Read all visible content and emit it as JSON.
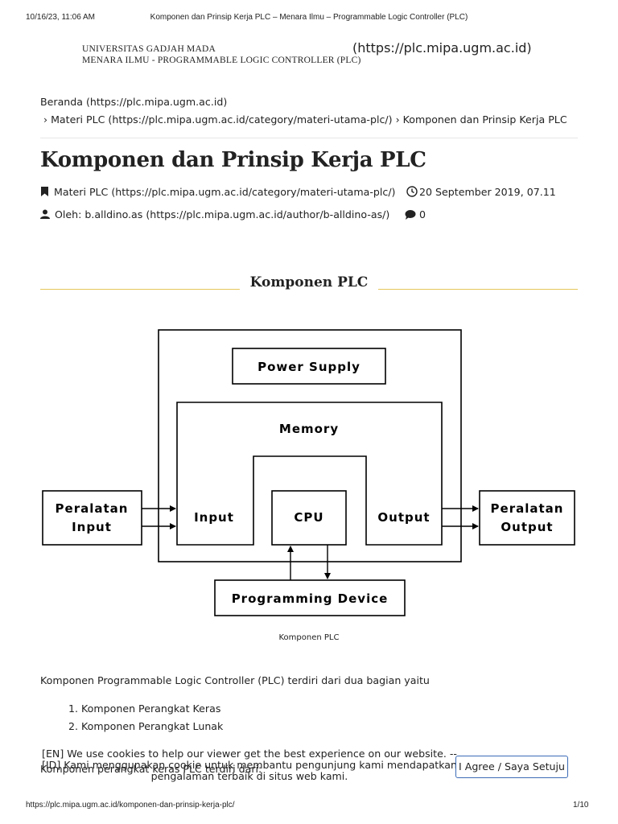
{
  "print_header": {
    "datetime": "10/16/23, 11:06 AM",
    "doc_title": "Komponen dan Prinsip Kerja PLC – Menara Ilmu – Programmable Logic Controller (PLC)"
  },
  "site": {
    "line1": "UNIVERSITAS GADJAH MADA",
    "line2": "MENARA ILMU - PROGRAMMABLE LOGIC CONTROLLER (PLC)",
    "url": "(https://plc.mipa.ugm.ac.id)"
  },
  "breadcrumb": {
    "home": "Beranda (https://plc.mipa.ugm.ac.id)",
    "category": "Materi PLC (https://plc.mipa.ugm.ac.id/category/materi-utama-plc/)",
    "current": "Komponen dan Prinsip Kerja PLC"
  },
  "article": {
    "title": "Komponen dan Prinsip Kerja PLC",
    "category": "Materi PLC (https://plc.mipa.ugm.ac.id/category/materi-utama-plc/)",
    "date": "20 September 2019, 07.11",
    "author": "Oleh: b.alldino.as (https://plc.mipa.ugm.ac.id/author/b-alldino-as/)",
    "comments": "0",
    "section_title": "Komponen PLC",
    "figure_caption": "Komponen PLC",
    "intro": "Komponen Programmable Logic Controller (PLC) terdiri dari dua bagian yaitu",
    "list": [
      "Komponen Perangkat Keras",
      "Komponen Perangkat Lunak"
    ],
    "next_para": "Komponen perangkat keras PLC terdiri dari:"
  },
  "diagram": {
    "power_supply": "Power Supply",
    "memory": "Memory",
    "input": "Input",
    "cpu": "CPU",
    "output": "Output",
    "peralatan_input_1": "Peralatan",
    "peralatan_input_2": "Input",
    "peralatan_output_1": "Peralatan",
    "peralatan_output_2": "Output",
    "programming_device": "Programming Device"
  },
  "cookie": {
    "text_en": "[EN] We use cookies to help our viewer get the best experience on our website. --",
    "text_id": "[ID] Kami menggunakan cookie untuk membantu pengunjung kami mendapatkan pengalaman terbaik di situs web kami.",
    "button": "I Agree / Saya Setuju"
  },
  "print_footer": {
    "url": "https://plc.mipa.ugm.ac.id/komponen-dan-prinsip-kerja-plc/",
    "page": "1/10"
  },
  "colors": {
    "accent_gold": "#e6c75a",
    "button_border": "#3b6bb6"
  }
}
